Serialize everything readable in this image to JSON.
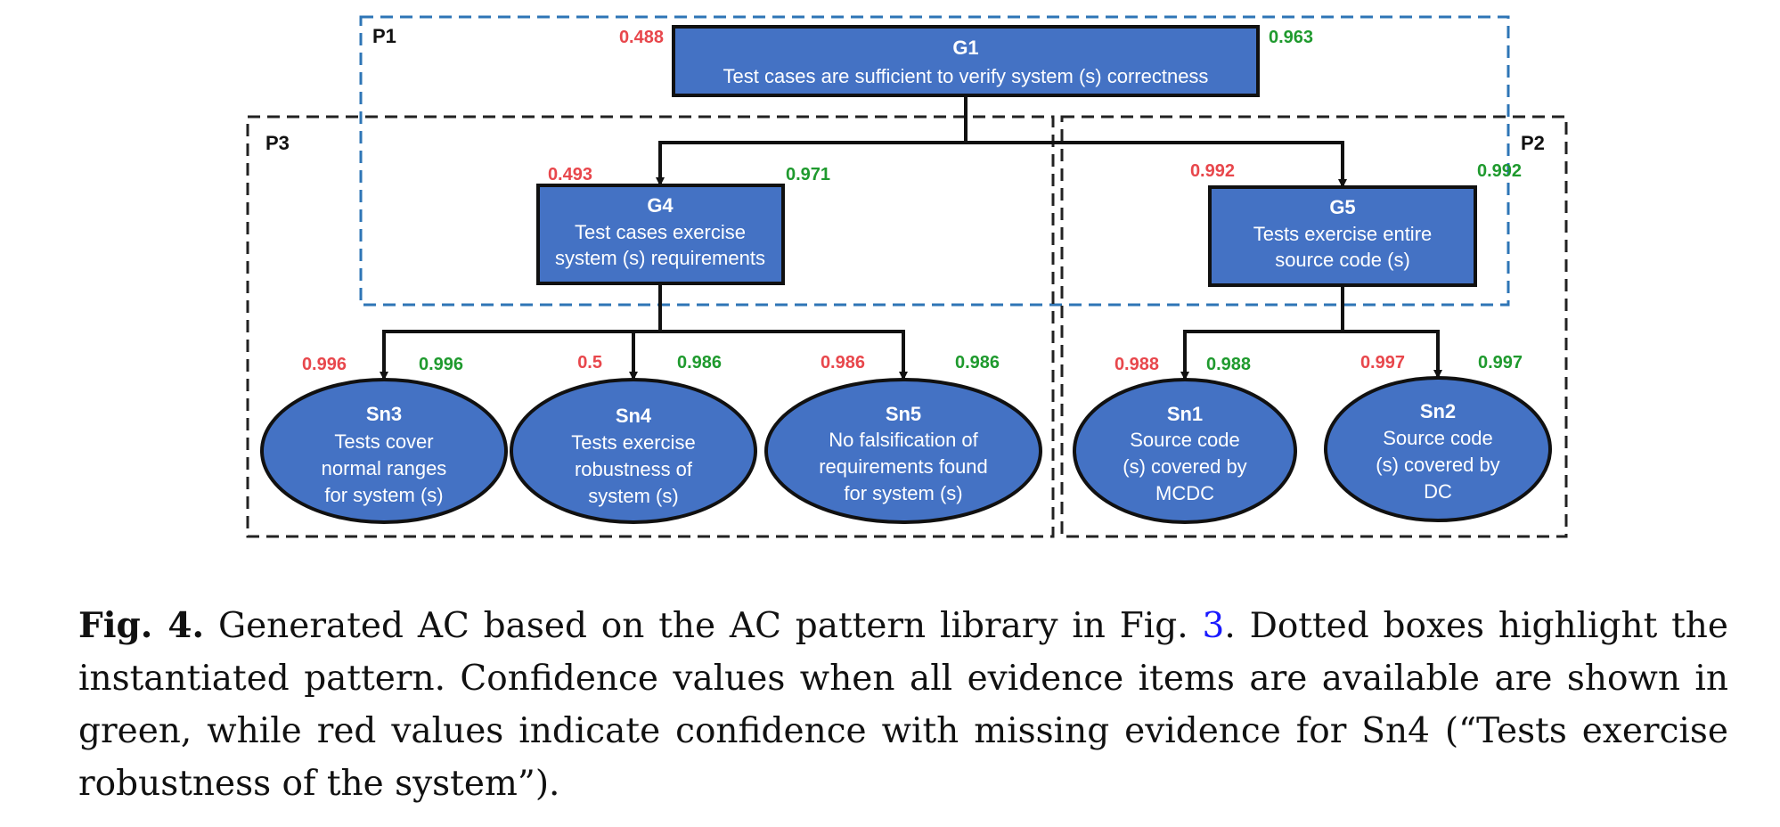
{
  "patterns": [
    {
      "id": "P1",
      "color": "#2e75b6"
    },
    {
      "id": "P2",
      "color": "#222222"
    },
    {
      "id": "P3",
      "color": "#222222"
    }
  ],
  "nodes": {
    "G1": {
      "id": "G1",
      "lines": [
        "Test cases are sufficient to verify system (s) correctness"
      ],
      "red": "0.488",
      "green": "0.963"
    },
    "G4": {
      "id": "G4",
      "lines": [
        "Test cases exercise",
        "system (s) requirements"
      ],
      "red": "0.493",
      "green": "0.971"
    },
    "G5": {
      "id": "G5",
      "lines": [
        "Tests exercise entire",
        "source code (s)"
      ],
      "red": "0.992",
      "green": "0.992"
    },
    "Sn3": {
      "id": "Sn3",
      "lines": [
        "Tests cover",
        "normal ranges",
        "for system (s)"
      ],
      "red": "0.996",
      "green": "0.996"
    },
    "Sn4": {
      "id": "Sn4",
      "lines": [
        "Tests exercise",
        "robustness of",
        "system (s)"
      ],
      "red": "0.5",
      "green": "0.986"
    },
    "Sn5": {
      "id": "Sn5",
      "lines": [
        "No falsification of",
        "requirements found",
        "for system (s)"
      ],
      "red": "0.986",
      "green": "0.986"
    },
    "Sn1": {
      "id": "Sn1",
      "lines": [
        "Source code",
        "(s) covered by",
        "MCDC"
      ],
      "red": "0.988",
      "green": "0.988"
    },
    "Sn2": {
      "id": "Sn2",
      "lines": [
        "Source code",
        "(s) covered by",
        "DC"
      ],
      "red": "0.997",
      "green": "0.997"
    }
  },
  "edges": [
    [
      "G1",
      "G4"
    ],
    [
      "G1",
      "G5"
    ],
    [
      "G4",
      "Sn3"
    ],
    [
      "G4",
      "Sn4"
    ],
    [
      "G4",
      "Sn5"
    ],
    [
      "G5",
      "Sn1"
    ],
    [
      "G5",
      "Sn2"
    ]
  ],
  "colors": {
    "node_fill": "#4472c4",
    "node_stroke": "#111111",
    "confidence_missing": "#e8474c",
    "confidence_complete": "#1f9a2e",
    "edge": "#111111"
  },
  "caption": {
    "label": "Fig. 4.",
    "before_ref": "Generated AC based on the AC pattern library in Fig.",
    "ref": "3",
    "after_ref": ". Dotted boxes highlight the instantiated pattern. Confidence values when all evidence items are available are shown in green, while red values indicate confidence with missing evidence for Sn4 (“Tests exercise robustness of the system”)."
  }
}
